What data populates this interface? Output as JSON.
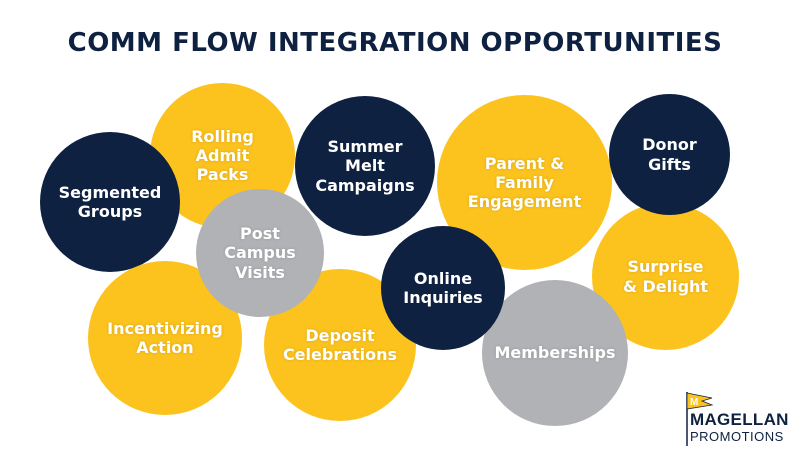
{
  "title": "COMM FLOW INTEGRATION OPPORTUNITIES",
  "colors": {
    "navy": "#0f2141",
    "yellow": "#fcc31e",
    "gray": "#b1b2b5"
  },
  "bubbles": [
    {
      "label": "Rolling Admit Packs",
      "color": "yellow"
    },
    {
      "label": "Segmented Groups",
      "color": "navy"
    },
    {
      "label": "Summer Melt Campaigns",
      "color": "navy"
    },
    {
      "label": "Parent & Family Engagement",
      "color": "yellow"
    },
    {
      "label": "Surprise & Delight",
      "color": "yellow"
    },
    {
      "label": "Donor Gifts",
      "color": "navy"
    },
    {
      "label": "Incentivizing Action",
      "color": "yellow"
    },
    {
      "label": "Deposit Celebrations",
      "color": "yellow"
    },
    {
      "label": "Post Campus Visits",
      "color": "gray"
    },
    {
      "label": "Memberships",
      "color": "gray"
    },
    {
      "label": "Online Inquiries",
      "color": "navy"
    }
  ],
  "logo": {
    "line1": "MAGELLAN",
    "line2": "PROMOTIONS",
    "flag_letter": "M"
  }
}
